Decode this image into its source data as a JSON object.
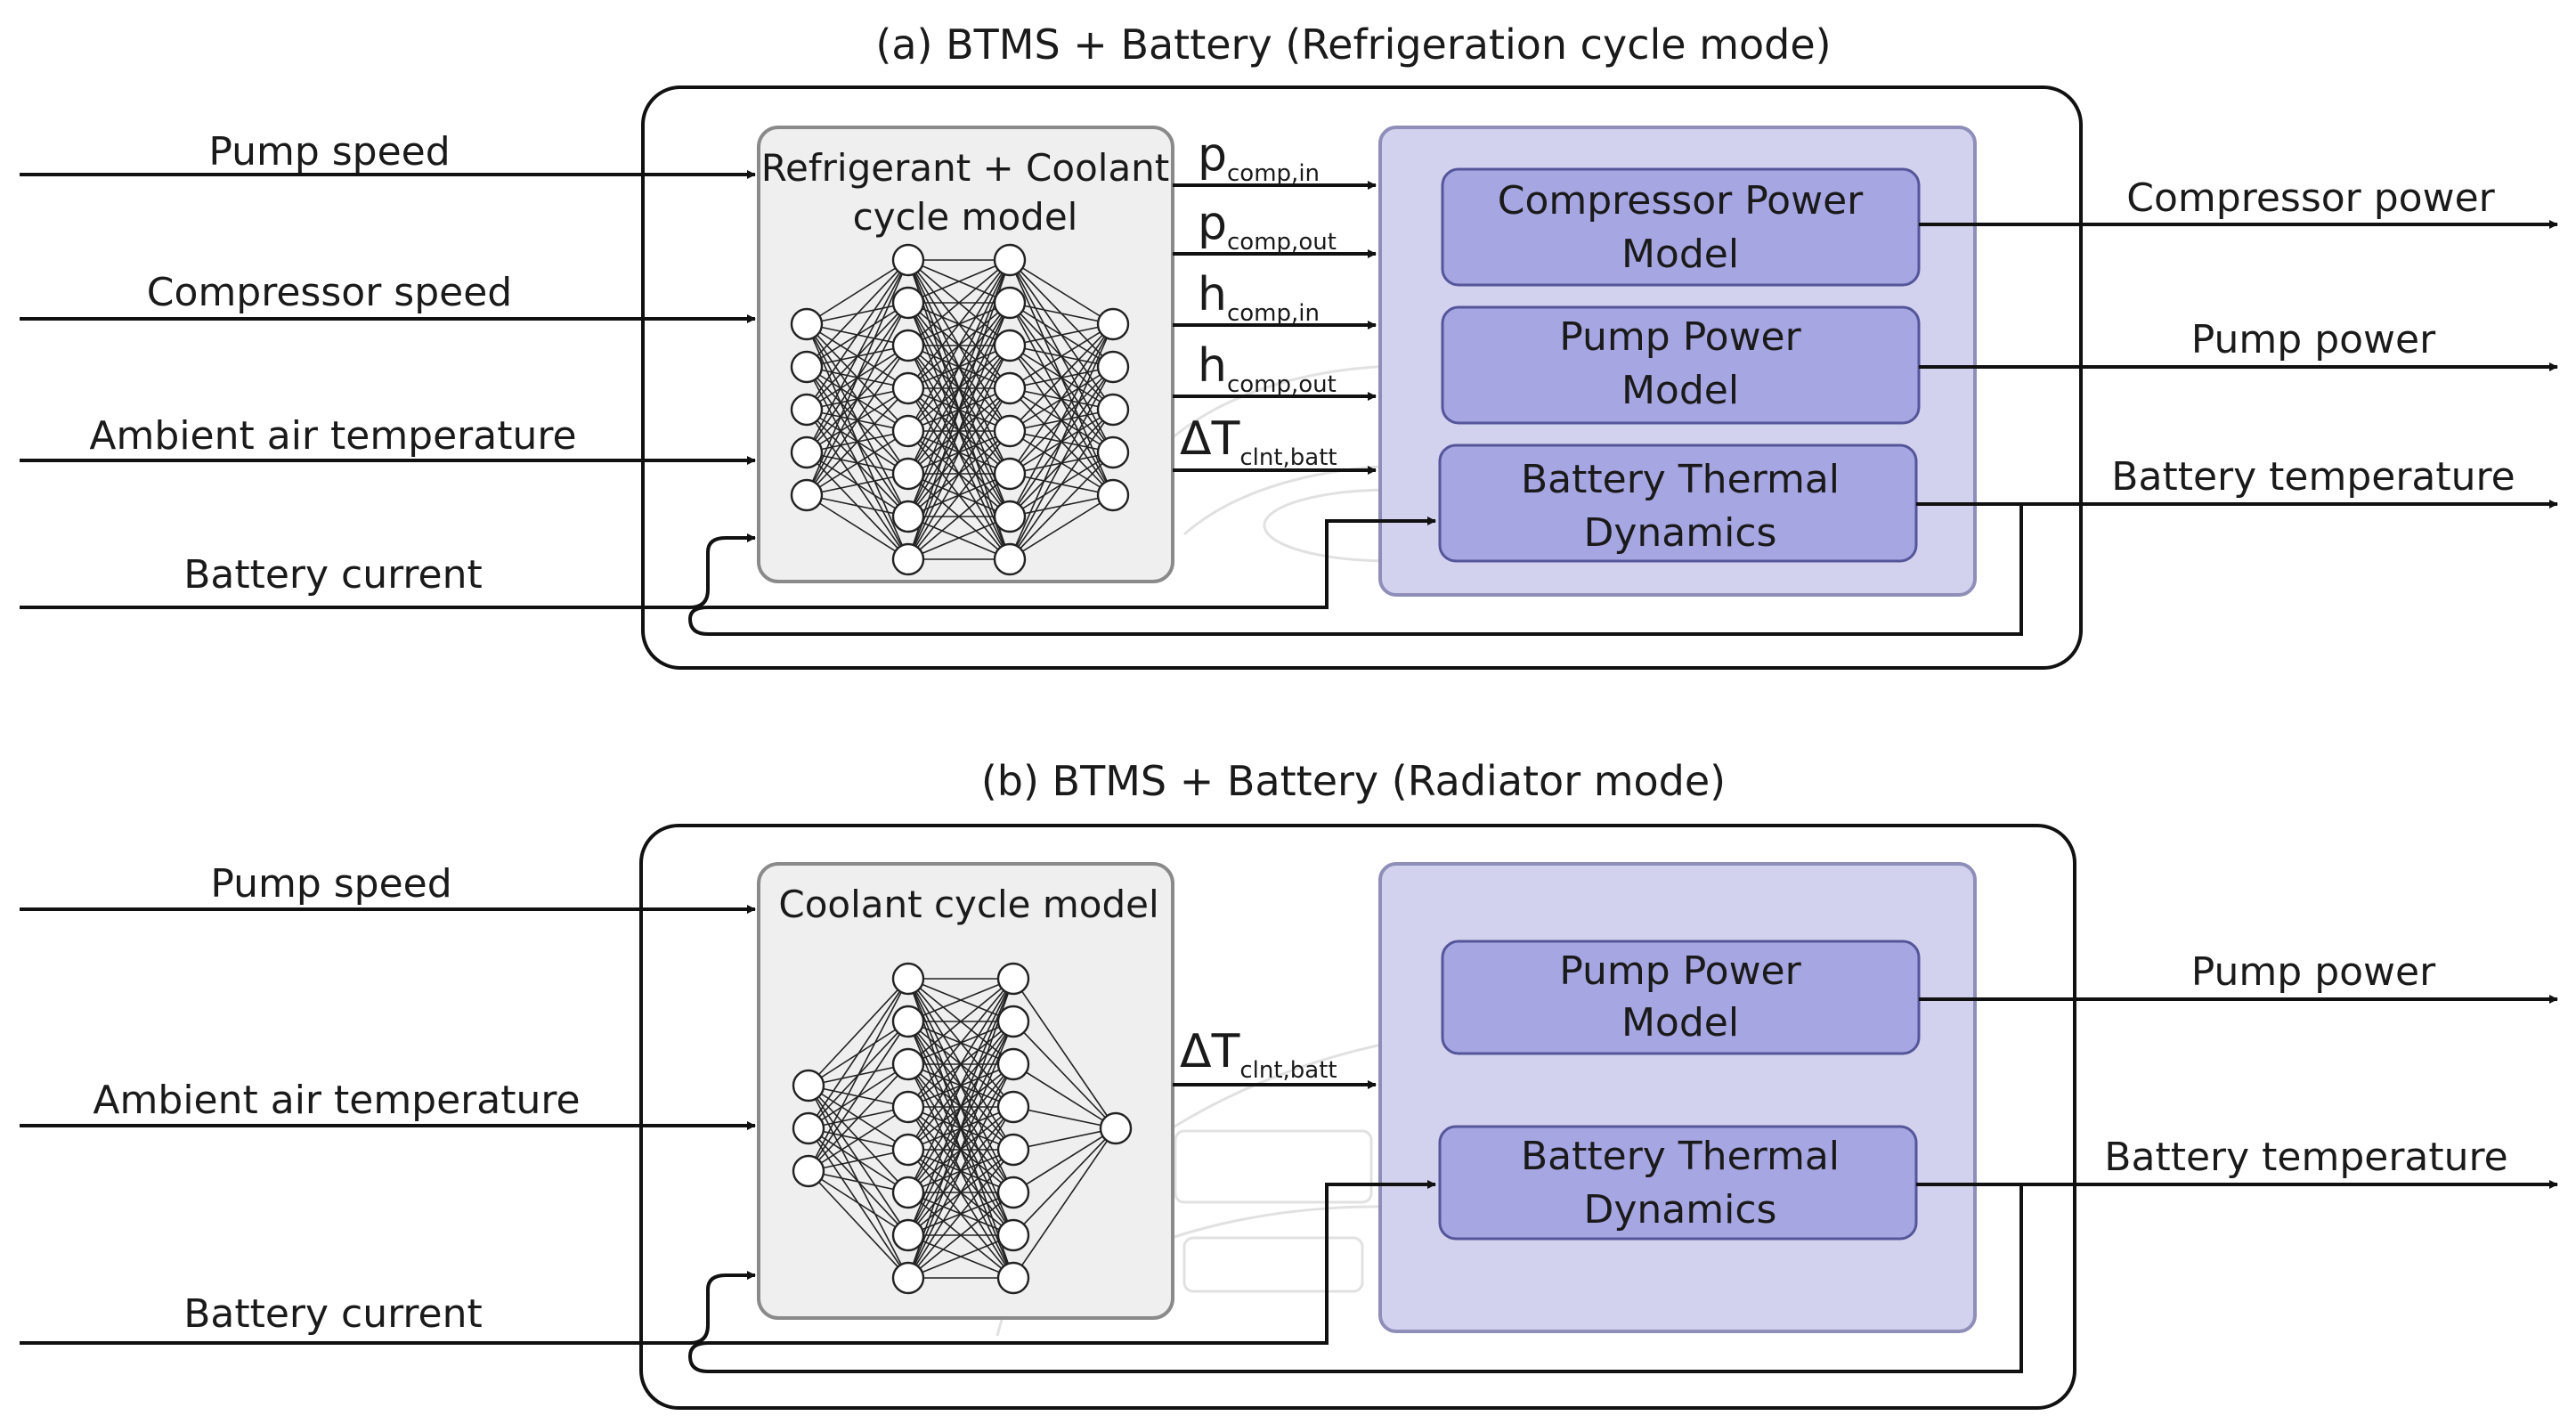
{
  "panel_a": {
    "title": "(a) BTMS + Battery (Refrigeration cycle mode)",
    "inputs": [
      "Pump speed",
      "Compressor speed",
      "Ambient air temperature",
      "Battery current"
    ],
    "nn_block": {
      "line1": "Refrigerant + Coolant",
      "line2": "cycle model"
    },
    "nn_layers": [
      5,
      8,
      8,
      5
    ],
    "signals": [
      {
        "base": "p",
        "sub": "comp,in"
      },
      {
        "base": "p",
        "sub": "comp,out"
      },
      {
        "base": "h",
        "sub": "comp,in"
      },
      {
        "base": "h",
        "sub": "comp,out"
      },
      {
        "base": "ΔT",
        "sub": "clnt,batt"
      }
    ],
    "models": [
      {
        "line1": "Compressor Power",
        "line2": "Model"
      },
      {
        "line1": "Pump Power",
        "line2": "Model"
      },
      {
        "line1": "Battery Thermal",
        "line2": "Dynamics"
      }
    ],
    "outputs": [
      "Compressor power",
      "Pump power",
      "Battery temperature"
    ]
  },
  "panel_b": {
    "title": "(b) BTMS + Battery (Radiator mode)",
    "inputs": [
      "Pump speed",
      "Ambient air temperature",
      "Battery current"
    ],
    "nn_block": {
      "line1": "Coolant cycle model"
    },
    "nn_layers": [
      3,
      8,
      8,
      1
    ],
    "signals": [
      {
        "base": "ΔT",
        "sub": "clnt,batt"
      }
    ],
    "models": [
      {
        "line1": "Pump Power",
        "line2": "Model"
      },
      {
        "line1": "Battery Thermal",
        "line2": "Dynamics"
      }
    ],
    "outputs": [
      "Pump power",
      "Battery temperature"
    ]
  },
  "colors": {
    "line": "#111111",
    "outer_box_stroke": "#111111",
    "nn_block_fill": "#efefef",
    "nn_block_stroke": "#8a8a8a",
    "model_region_fill": "#d2d2ef",
    "model_region_stroke": "#8e8eb8",
    "model_box_fill": "#a6a6e2",
    "model_box_stroke": "#55559a"
  }
}
